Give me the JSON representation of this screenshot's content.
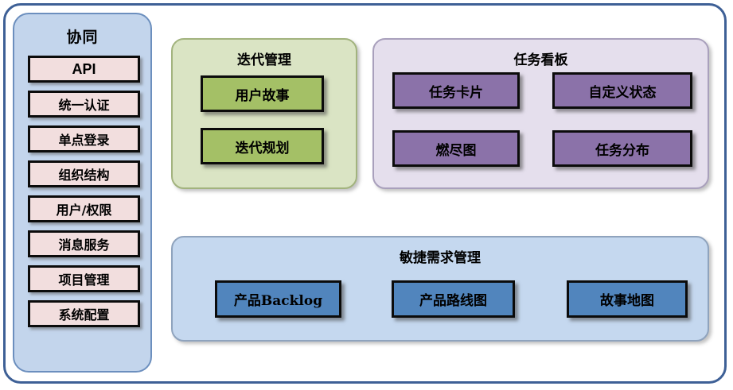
{
  "diagram": {
    "title_hidden": "",
    "colors": {
      "frame_border": "#3E6096",
      "sidebar_bg": "#C3D5EC",
      "sidebar_border": "#6C8FBE",
      "sidebar_tile": "#F2DEDE",
      "green_panel": "#DAE4C4",
      "green_tile": "#A4C066",
      "purple_panel": "#E5DFED",
      "purple_tile": "#8B72A9",
      "blue_panel": "#C5D8EF",
      "blue_tile": "#5185BD",
      "tile_border": "#0B0B0B",
      "text": "#000000"
    }
  },
  "sidebar": {
    "title": "协同",
    "items": [
      {
        "label": "API"
      },
      {
        "label": "统一认证"
      },
      {
        "label": "单点登录"
      },
      {
        "label": "组织结构"
      },
      {
        "label": "用户/权限"
      },
      {
        "label": "消息服务"
      },
      {
        "label": "项目管理"
      },
      {
        "label": "系统配置"
      }
    ]
  },
  "groups": {
    "iteration": {
      "title": "迭代管理",
      "tiles": [
        {
          "label": "用户故事"
        },
        {
          "label": "迭代规划"
        }
      ]
    },
    "taskboard": {
      "title": "任务看板",
      "tiles": [
        {
          "label": "任务卡片"
        },
        {
          "label": "自定义状态"
        },
        {
          "label": "燃尽图"
        },
        {
          "label": "任务分布"
        }
      ]
    },
    "agile": {
      "title": "敏捷需求管理",
      "tiles": [
        {
          "label": "产品Backlog"
        },
        {
          "label": "产品路线图"
        },
        {
          "label": "故事地图"
        }
      ]
    }
  }
}
